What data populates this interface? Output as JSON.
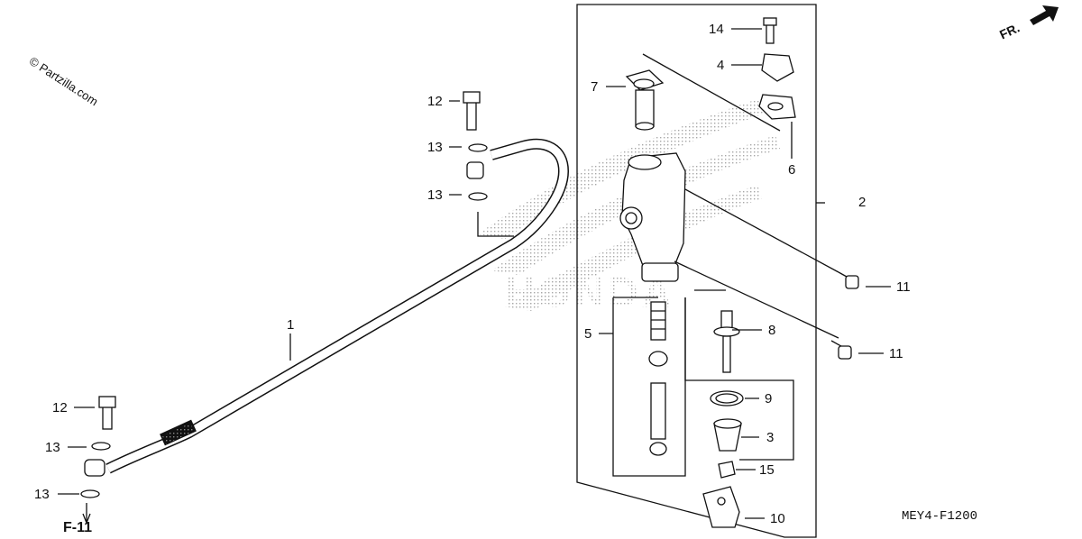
{
  "watermark": "© Partzilla.com",
  "direction_label": "FR.",
  "diagram_code": "MEY4-F1200",
  "section_ref": "F-11",
  "callouts": [
    {
      "id": "c12a",
      "label": "12"
    },
    {
      "id": "c13a",
      "label": "13"
    },
    {
      "id": "c13b",
      "label": "13"
    },
    {
      "id": "c1",
      "label": "1"
    },
    {
      "id": "c12b",
      "label": "12"
    },
    {
      "id": "c13c",
      "label": "13"
    },
    {
      "id": "c13d",
      "label": "13"
    },
    {
      "id": "c7",
      "label": "7"
    },
    {
      "id": "c5",
      "label": "5"
    },
    {
      "id": "c14",
      "label": "14"
    },
    {
      "id": "c4",
      "label": "4"
    },
    {
      "id": "c6",
      "label": "6"
    },
    {
      "id": "c2",
      "label": "2"
    },
    {
      "id": "c11a",
      "label": "11"
    },
    {
      "id": "c11b",
      "label": "11"
    },
    {
      "id": "c8",
      "label": "8"
    },
    {
      "id": "c9",
      "label": "9"
    },
    {
      "id": "c3",
      "label": "3"
    },
    {
      "id": "c15",
      "label": "15"
    },
    {
      "id": "c10",
      "label": "10"
    }
  ],
  "colors": {
    "line": "#111111",
    "stipple": "#9a9a9a"
  }
}
